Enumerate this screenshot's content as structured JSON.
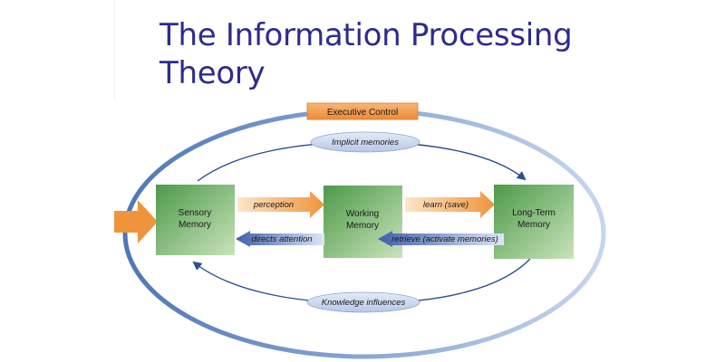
{
  "slide": {
    "title_line1": "The Information Processing",
    "title_line2": "Theory"
  },
  "diagram": {
    "executive_control": "Executive Control",
    "implicit_memories": "Implicit memories",
    "knowledge_influences": "Knowledge influences",
    "sensory_line1": "Sensory",
    "sensory_line2": "Memory",
    "working_line1": "Working",
    "working_line2": "Memory",
    "longterm_line1": "Long-Term",
    "longterm_line2": "Memory",
    "perception": "perception",
    "learn": "learn (save)",
    "directs_attention": "directs attention",
    "retrieve": "retrieve (activate memories)"
  },
  "colors": {
    "title": "#2e2b8f",
    "box_green": "#5aa654",
    "orange_arrow": "#f0a050",
    "blue_arrow": "#4f6fb8",
    "ellipse_blue": "#7e9fd0"
  }
}
